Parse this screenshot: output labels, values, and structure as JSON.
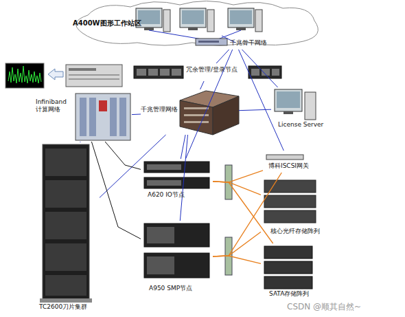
{
  "diagram": {
    "nodes": [
      {
        "text": [
          "A400W图形工作站区"
        ]
      },
      {
        "text": [
          "千兆骨干网络"
        ]
      },
      {
        "text": [
          "冗余管理/登录节点"
        ]
      },
      {
        "text": [
          "Infiniband 计算网络"
        ]
      },
      {
        "text": [
          "千兆管理网络"
        ]
      },
      {
        "text": [
          "License Server"
        ]
      },
      {
        "text": [
          "TC2600刀片集群"
        ]
      },
      {
        "text": [
          "A620 IO节点"
        ]
      },
      {
        "text": [
          "博科ISCSI网关"
        ]
      },
      {
        "text": [
          "核心光纤存储阵列"
        ]
      },
      {
        "text": [
          "A950 SMP节点"
        ]
      },
      {
        "text": [
          "SATA存储阵列"
        ]
      }
    ],
    "edges": [
      {
        "from": 0,
        "to": 1,
        "arrow": "none"
      },
      {
        "from": 1,
        "to": 2,
        "arrow": "none"
      },
      {
        "from": 1,
        "to": 5,
        "arrow": "none"
      },
      {
        "from": 1,
        "to": 8,
        "arrow": "none"
      },
      {
        "from": 1,
        "to": 7,
        "arrow": "none"
      },
      {
        "from": 4,
        "to": 2,
        "arrow": "none"
      },
      {
        "from": 4,
        "to": 3,
        "arrow": "none"
      },
      {
        "from": 4,
        "to": 5,
        "arrow": "none"
      },
      {
        "from": 4,
        "to": 6,
        "arrow": "none"
      },
      {
        "from": 4,
        "to": 7,
        "arrow": "none"
      },
      {
        "from": 4,
        "to": 10,
        "arrow": "none"
      },
      {
        "from": 3,
        "to": 6,
        "arrow": "none"
      },
      {
        "from": 3,
        "to": 7,
        "arrow": "none"
      },
      {
        "from": 3,
        "to": 10,
        "arrow": "none"
      },
      {
        "from": 7,
        "to": 9,
        "arrow": "none"
      },
      {
        "from": 7,
        "to": 11,
        "arrow": "none"
      },
      {
        "from": 7,
        "to": 8,
        "arrow": "none"
      },
      {
        "from": 10,
        "to": 9,
        "arrow": "none"
      },
      {
        "from": 10,
        "to": 11,
        "arrow": "none"
      },
      {
        "from": 10,
        "to": 8,
        "arrow": "none"
      }
    ],
    "labels": [
      "CSDN @顺其自然~"
    ]
  }
}
